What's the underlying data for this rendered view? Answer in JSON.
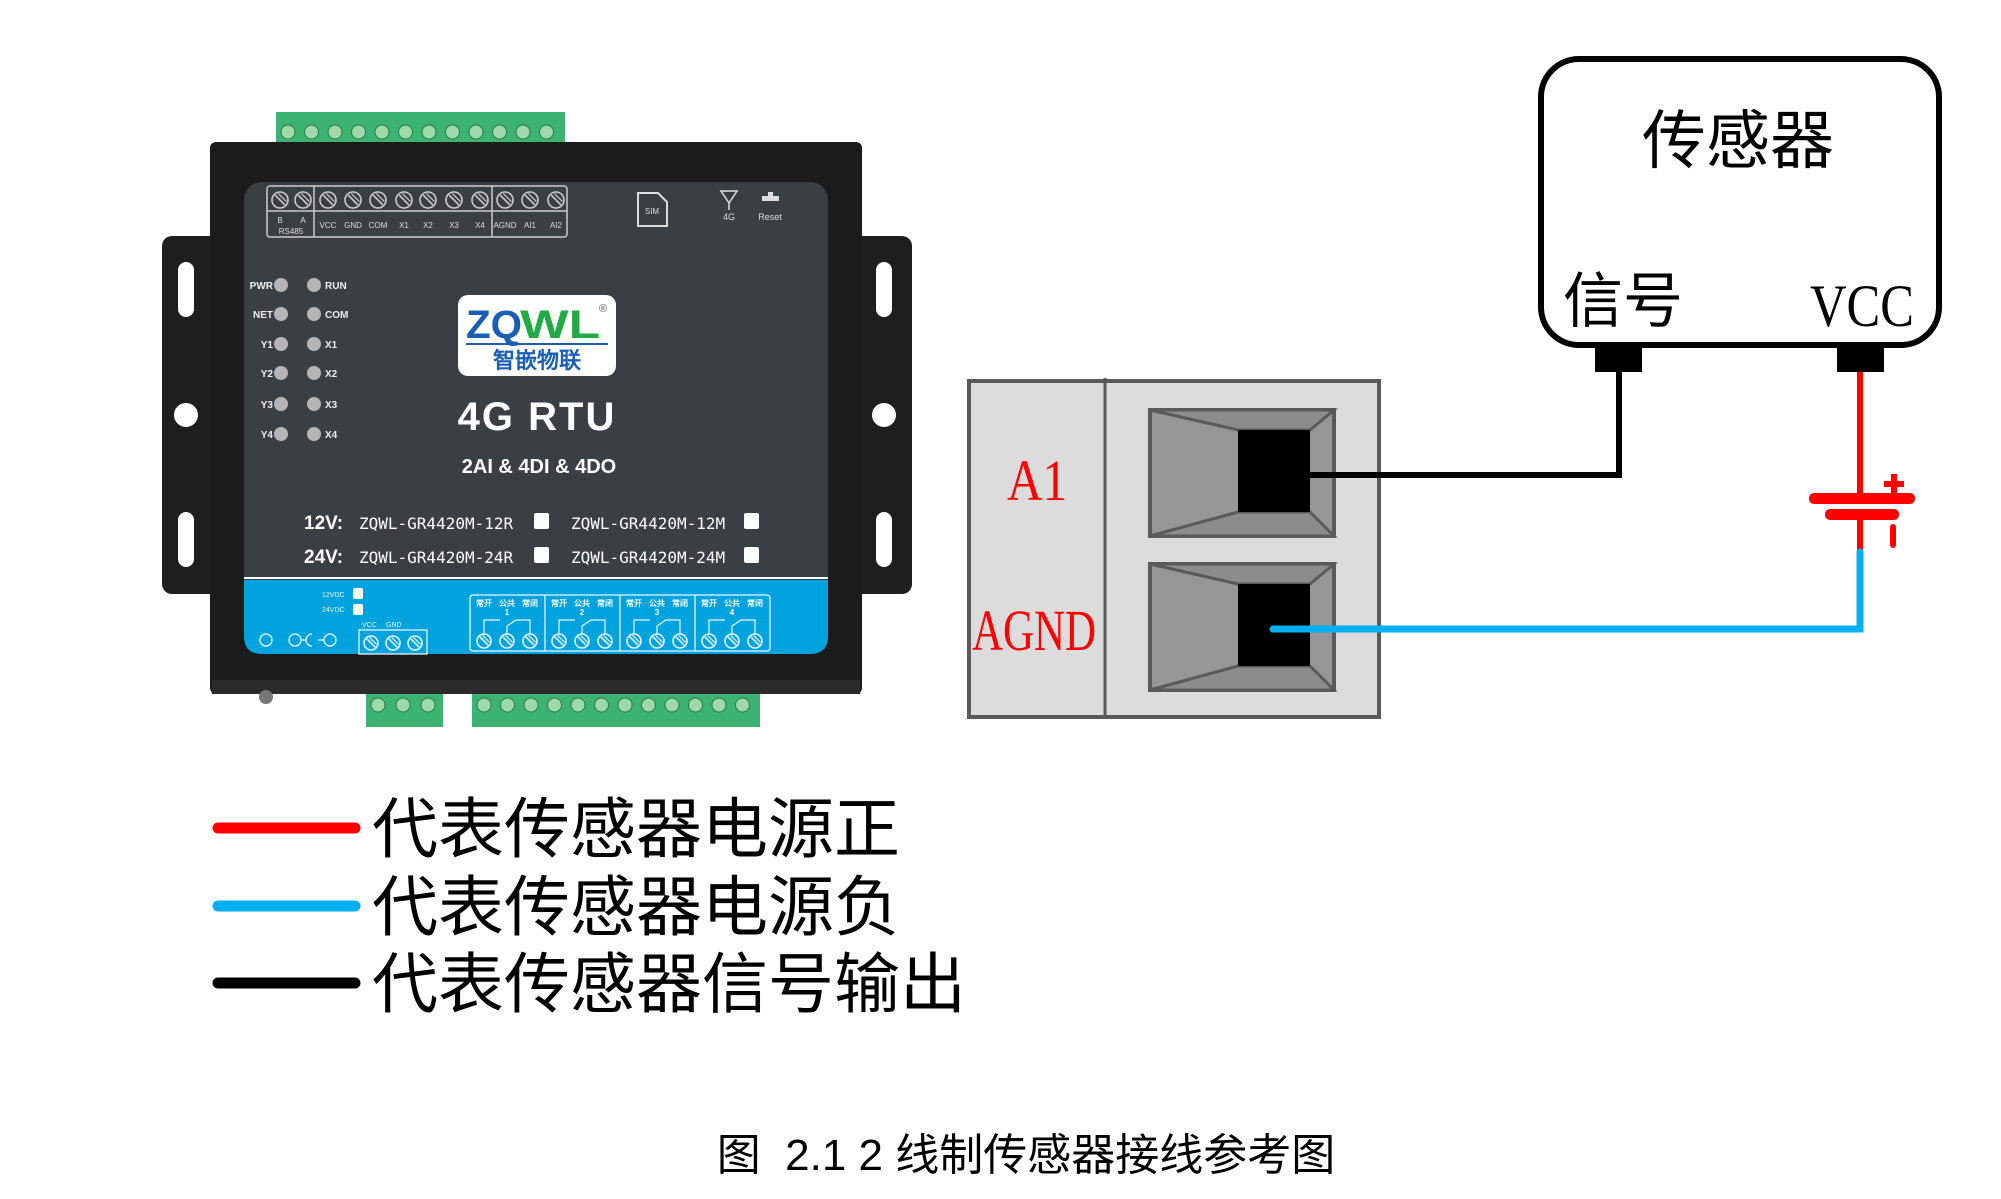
{
  "device": {
    "top_terminals": {
      "rs485_b": "B",
      "rs485_a": "A",
      "rs485": "RS485",
      "labels": [
        "VCC",
        "GND",
        "COM",
        "X1",
        "X2",
        "X3",
        "X4",
        "AGND",
        "AI1",
        "AI2"
      ]
    },
    "sim_label": "SIM",
    "antenna_label": "4G",
    "reset_label": "Reset",
    "leds_left": [
      "PWR",
      "NET",
      "Y1",
      "Y2",
      "Y3",
      "Y4"
    ],
    "leds_right": [
      "RUN",
      "COM",
      "X1",
      "X2",
      "X3",
      "X4"
    ],
    "logo": {
      "brand": "ZQWL",
      "cn": "智嵌物联",
      "registered": "®"
    },
    "product": "4G RTU",
    "io_spec": "2AI & 4DI & 4DO",
    "models": [
      {
        "voltage": "12V:",
        "relay_model": "ZQWL-GR4420M-12R",
        "mos_model": "ZQWL-GR4420M-12M"
      },
      {
        "voltage": "24V:",
        "relay_model": "ZQWL-GR4420M-24R",
        "mos_model": "ZQWL-GR4420M-24M"
      }
    ],
    "power": {
      "v12": "12VDC",
      "v24": "24VDC",
      "vcc": "VCC",
      "gnd": "GND"
    },
    "relays": {
      "no": "常开",
      "com": "公共",
      "nc": "常闭",
      "numbers": [
        "1",
        "2",
        "3",
        "4"
      ]
    }
  },
  "terminal_block": {
    "a1": "A1",
    "agnd": "AGND"
  },
  "sensor": {
    "title": "传感器",
    "signal": "信号",
    "vcc": "VCC"
  },
  "colors": {
    "positive": "#ff0000",
    "negative": "#00b0f0",
    "signal": "#000000",
    "panel": "#3a3f44",
    "band": "#00a3dd"
  },
  "legend": [
    {
      "color": "#ff0000",
      "label": "代表传感器电源正"
    },
    {
      "color": "#00b0f0",
      "label": "代表传感器电源负"
    },
    {
      "color": "#000000",
      "label": "代表传感器信号输出"
    }
  ],
  "caption": "图  2.1 2 线制传感器接线参考图"
}
